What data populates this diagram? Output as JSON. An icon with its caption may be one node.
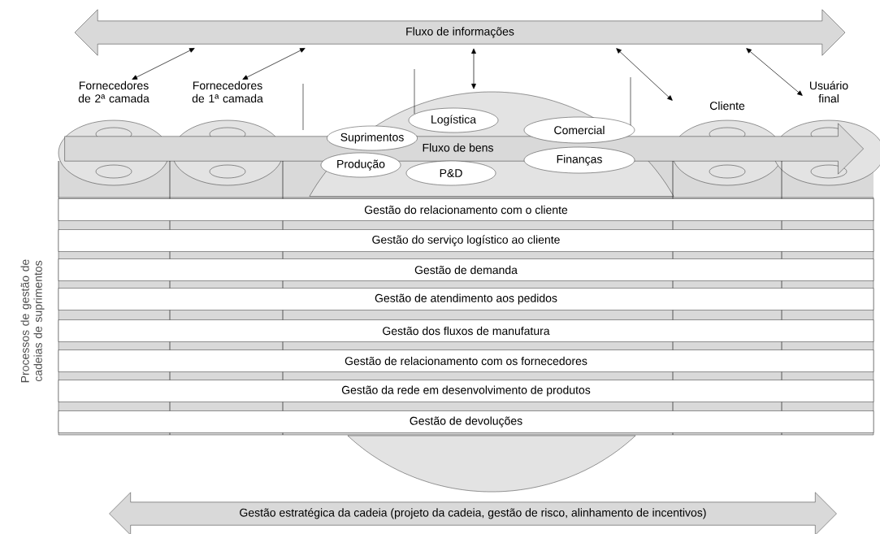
{
  "diagram": {
    "nodes": [
      {
        "text": [
          "Fluxo de informações"
        ]
      },
      {
        "text": [
          "Fornecedores de 2ª camada"
        ]
      },
      {
        "text": [
          "Fornecedores de 1ª camada"
        ]
      },
      {
        "text": [],
        "shape": "ellipse"
      },
      {
        "text": [
          "Cliente"
        ]
      },
      {
        "text": [
          "Usuário final"
        ]
      },
      {
        "text": [
          "Suprimentos"
        ]
      },
      {
        "text": [
          "Logística"
        ],
        "in": 3
      },
      {
        "text": [
          "Comercial"
        ],
        "in": 3
      },
      {
        "text": [
          "Produção"
        ],
        "in": 3
      },
      {
        "text": [
          "P&D"
        ],
        "in": 3
      },
      {
        "text": [
          "Finanças"
        ]
      },
      {
        "text": [
          "Fluxo de bens"
        ]
      },
      {
        "text": [
          "Gestão do relacionamento com o cliente"
        ]
      },
      {
        "text": [
          "Gestão do serviço logístico ao cliente"
        ]
      },
      {
        "text": [
          "Gestão de demanda"
        ]
      },
      {
        "text": [
          "Gestão de atendimento aos pedidos"
        ]
      },
      {
        "text": [
          "Gestão dos fluxos de manufatura"
        ]
      },
      {
        "text": [
          "Gestão de relacionamento com os fornecedores"
        ]
      },
      {
        "text": [
          "Gestão da rede em desenvolvimento de produtos"
        ]
      },
      {
        "text": [
          "Gestão de devoluções"
        ]
      },
      {
        "text": [
          "Gestão estratégica da cadeia (projeto da cadeia, gestão de risco, alinhamento de incentivos)"
        ]
      }
    ],
    "edges": [
      {
        "from": 0,
        "to": 1,
        "arrow": "both"
      },
      {
        "from": 0,
        "to": 2,
        "arrow": "both"
      },
      {
        "from": 0,
        "to": 3,
        "arrow": "both"
      },
      {
        "from": 0,
        "to": 4,
        "arrow": "both"
      },
      {
        "from": 0,
        "to": 5,
        "arrow": "both"
      }
    ],
    "labels": [
      "Processos de gestão de cadeias de suprimentos"
    ]
  }
}
